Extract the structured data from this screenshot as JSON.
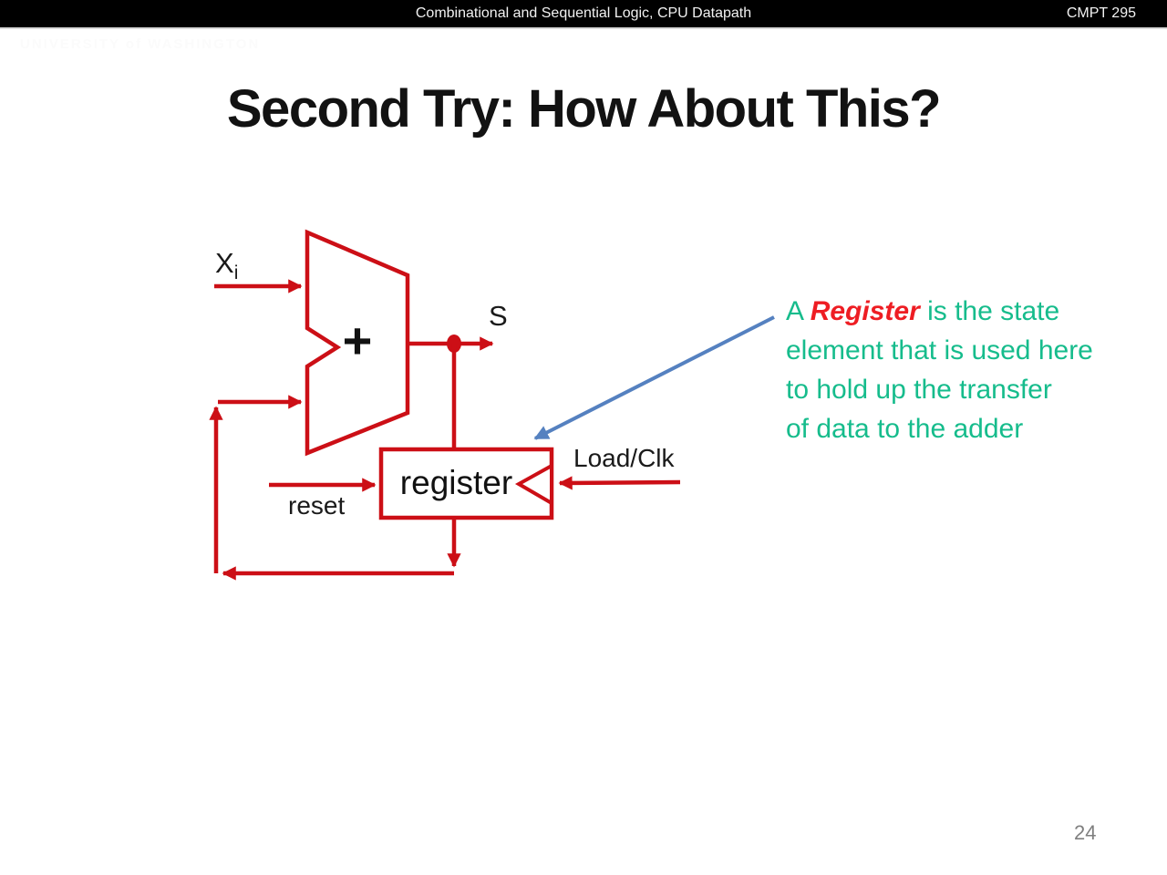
{
  "header": {
    "title": "Combinational and Sequential Logic, CPU Datapath",
    "course": "CMPT 295"
  },
  "watermark": "UNIVERSITY of WASHINGTON",
  "slide": {
    "title": "Second Try: How About This?",
    "page_number": "24"
  },
  "diagram": {
    "labels": {
      "input_base": "X",
      "input_sub": "i",
      "sum_output": "S",
      "adder_symbol": "+",
      "register": "register",
      "reset": "reset",
      "load_clk": "Load/Clk"
    },
    "colors": {
      "wire_red": "#CC0F16",
      "annotation_blue": "#5581C0"
    }
  },
  "annotation": {
    "line1_part1": "A ",
    "line1_part2": "Register",
    "line1_part3": " is the state",
    "line2": "element that is used here",
    "line3": "to hold up the transfer",
    "line4": "of data to the adder",
    "text_color": "#16BC8C",
    "highlight_color": "#EE1D23"
  }
}
